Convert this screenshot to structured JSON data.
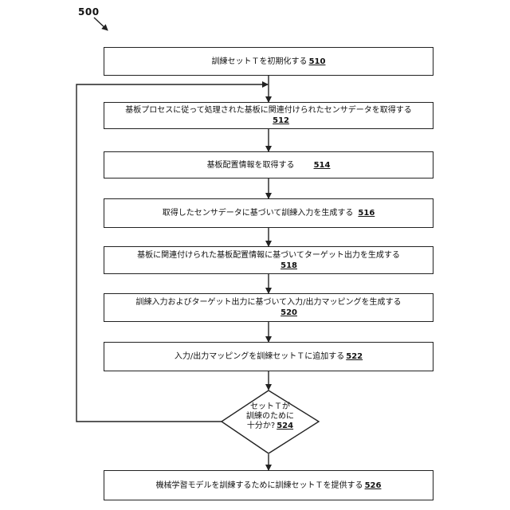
{
  "figure_ref": "500",
  "steps": [
    {
      "text": "訓練セットＴを初期化する",
      "ref": "510"
    },
    {
      "text": "基板プロセスに従って処理された基板に関連付けられたセンサデータを取得する",
      "ref": "512"
    },
    {
      "text": "基板配置情報を取得する",
      "ref": "514"
    },
    {
      "text": "取得したセンサデータに基づいて訓練入力を生成する",
      "ref": "516"
    },
    {
      "text": "基板に関連付けられた基板配置情報に基づいてターゲット出力を生成する",
      "ref": "518"
    },
    {
      "text": "訓練入力およびターゲット出力に基づいて入力/出力マッピングを生成する",
      "ref": "520"
    },
    {
      "text": "入力/出力マッピングを訓練セットＴに追加する",
      "ref": "522"
    }
  ],
  "decision": {
    "line1": "セットＴが",
    "line2": "訓練のために",
    "line3": "十分か?",
    "ref": "524"
  },
  "final_step": {
    "text": "機械学習モデルを訓練するために訓練セットＴを提供する",
    "ref": "526"
  }
}
